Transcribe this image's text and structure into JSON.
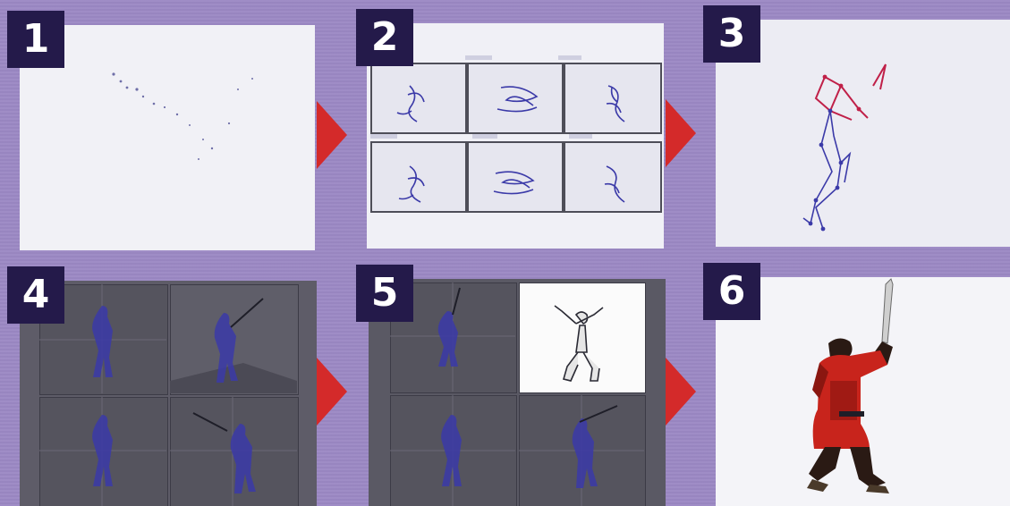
{
  "steps": [
    {
      "number": "1",
      "icon": "dots-icon"
    },
    {
      "number": "2",
      "icon": "multi-view-scribbles-icon"
    },
    {
      "number": "3",
      "icon": "skeleton-stick-figure-icon"
    },
    {
      "number": "4",
      "icon": "four-viewport-figure-icon"
    },
    {
      "number": "5",
      "icon": "four-viewport-rendered-icon"
    },
    {
      "number": "6",
      "icon": "samurai-character-icon"
    }
  ],
  "colors": {
    "background": "#9b88c4",
    "badge": "#241a4a",
    "arrow": "#d42a2a",
    "figure_blue": "#3b3aa8",
    "skeleton_red": "#c02048",
    "character_red": "#c8241c"
  }
}
